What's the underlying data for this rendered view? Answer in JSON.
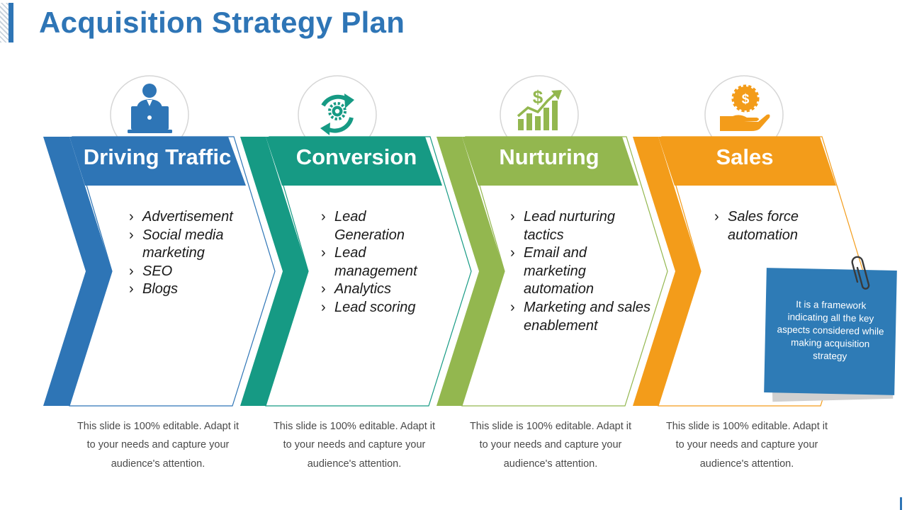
{
  "slide": {
    "title": "Acquisition Strategy Plan"
  },
  "theme": {
    "title_color": "#2e75b6",
    "colors": [
      "#2e75b6",
      "#169a84",
      "#93b74f",
      "#f39c1a"
    ]
  },
  "stages": [
    {
      "title": "Driving Traffic",
      "icon": "person-laptop-icon",
      "items": [
        "Advertisement",
        "Social media marketing",
        "SEO",
        "Blogs"
      ],
      "footer": "This slide is 100% editable. Adapt it to your needs and capture your audience's attention."
    },
    {
      "title": "Conversion",
      "icon": "gear-refresh-icon",
      "items": [
        "Lead Generation",
        "Lead management",
        "Analytics",
        "Lead scoring"
      ],
      "footer": "This slide is 100% editable. Adapt it to your needs and capture your audience's attention."
    },
    {
      "title": "Nurturing",
      "icon": "dollar-growth-chart-icon",
      "items": [
        "Lead nurturing tactics",
        "Email and marketing automation",
        "Marketing and sales enablement"
      ],
      "footer": "This slide is 100% editable. Adapt it to your needs and capture your audience's attention."
    },
    {
      "title": "Sales",
      "icon": "dollar-hand-icon",
      "items": [
        "Sales force automation"
      ],
      "footer": "This slide is 100% editable. Adapt it to your needs and capture your audience's attention."
    }
  ],
  "note": {
    "text": "It is a framework indicating all the key aspects considered while making acquisition strategy"
  }
}
